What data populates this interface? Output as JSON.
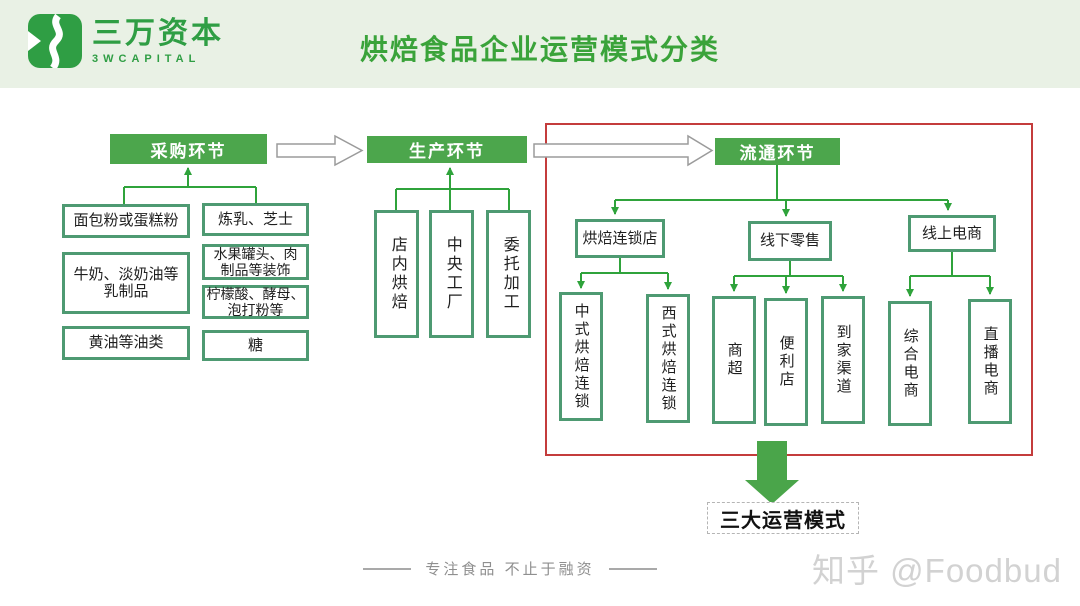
{
  "header": {
    "brand_name": "三万资本",
    "brand_sub": "3WCAPITAL",
    "title": "烘焙食品企业运营模式分类"
  },
  "stages": {
    "procurement": "采购环节",
    "production": "生产环节",
    "distribution": "流通环节"
  },
  "procurement": {
    "col_left": [
      "面包粉或蛋糕粉",
      "牛奶、淡奶油等\n乳制品",
      "黄油等油类"
    ],
    "col_right": [
      "炼乳、芝士",
      "水果罐头、肉\n制品等装饰",
      "柠檬酸、酵母、\n泡打粉等",
      "糖"
    ]
  },
  "production": {
    "items": [
      "店内烘焙",
      "中央工厂",
      "委托加工"
    ]
  },
  "distribution": {
    "channels": [
      "烘焙连锁店",
      "线下零售",
      "线上电商"
    ],
    "bakery_chain_sub": [
      "中式烘焙连锁",
      "西式烘焙连锁"
    ],
    "offline_retail_sub": [
      "商超",
      "便利店",
      "到家渠道"
    ],
    "online_ecom_sub": [
      "综合电商",
      "直播电商"
    ]
  },
  "summary": {
    "label": "三大运营模式"
  },
  "footer": {
    "slogan": "专注食品 不止于融资",
    "watermark": "知乎 @Foodbud"
  },
  "colors": {
    "stage_green": "#4ca64c",
    "border_green": "#4e9a72",
    "connector_green": "#2fa33b",
    "brand_green": "#2f9e44",
    "title_green": "#3aa33a",
    "red_frame": "#c43c3c",
    "header_bg": "#e9f1e5"
  }
}
